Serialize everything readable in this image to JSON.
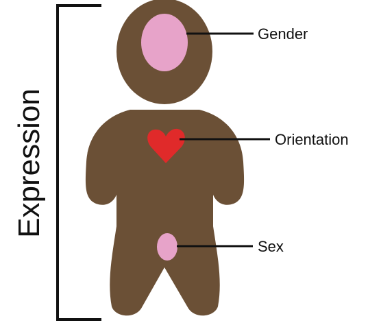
{
  "labels": {
    "gender": "Gender",
    "orientation": "Orientation",
    "sex": "Sex",
    "expression": "Expression"
  },
  "colors": {
    "body": "#6b5036",
    "head_spot": "#e7a3c9",
    "heart": "#e02a2a",
    "pelvis_spot": "#e7a3c9",
    "lines": "#111111"
  },
  "icons": {
    "figure": "gingerbread-person-icon",
    "heart": "heart-icon"
  }
}
